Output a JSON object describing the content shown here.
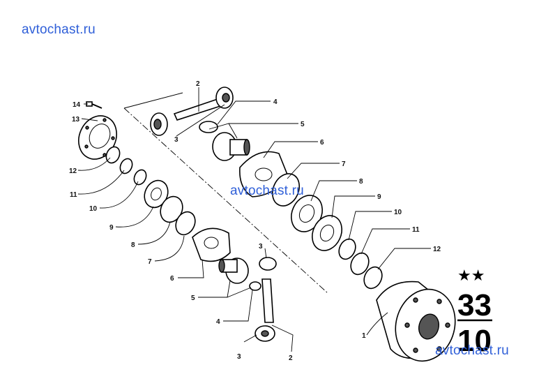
{
  "watermark": {
    "top": "avtochast.ru",
    "middle": "avtochast.ru",
    "bottom": "avtochast.ru"
  },
  "group_code": {
    "stars": "★★",
    "main": "33",
    "sub": "10"
  },
  "callouts": {
    "c14": "14",
    "c13": "13",
    "c12_left": "12",
    "c11_left": "11",
    "c10_left": "10",
    "c9_left": "9",
    "c8_left": "8",
    "c7_left": "7",
    "c6_left": "6",
    "c5_left": "5",
    "c4_left": "4",
    "c3_bottom": "3",
    "c2_bottom": "2",
    "c3_mid": "3",
    "c2_top": "2",
    "c3_top": "3",
    "c4_top": "4",
    "c5_right": "5",
    "c6_right": "6",
    "c7_right": "7",
    "c8_right": "8",
    "c9_right": "9",
    "c10_right": "10",
    "c11_right": "11",
    "c12_right": "12",
    "c1": "1"
  }
}
